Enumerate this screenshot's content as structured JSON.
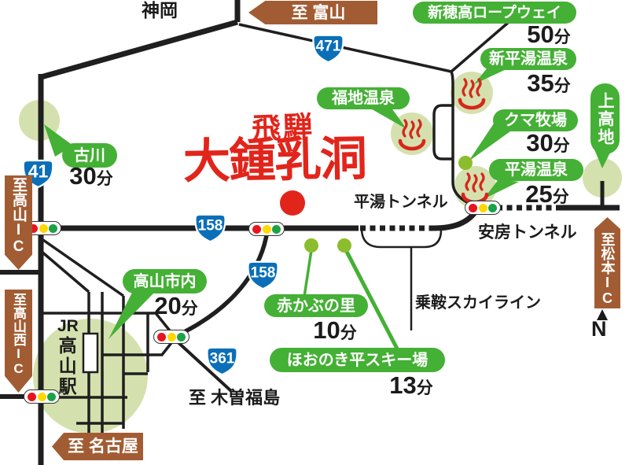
{
  "logo": {
    "top": "飛騨",
    "main": "大鍾乳洞"
  },
  "roads": {
    "r41": "41",
    "r471": "471",
    "r158_main": "158",
    "r158_branch": "158",
    "r361": "361"
  },
  "signs": {
    "toyama": "至 富山",
    "takayama_ic": "至高山IC",
    "takayama_nishi_ic": "至高山西IC",
    "nagoya": "至 名古屋",
    "matsumoto_ic": "至松本IC"
  },
  "road_labels": {
    "kamioka": "神岡",
    "hirayu_tunnel": "平湯トンネル",
    "abo_tunnel": "安房トンネル",
    "norikura_skyline": "乗鞍スカイライン",
    "kiso_fukushima": "至 木曽福島"
  },
  "station": {
    "jr": "JR",
    "name": "高山駅"
  },
  "places": {
    "furukawa": {
      "label": "古川",
      "time": "30",
      "unit": "分"
    },
    "shinhotaka": {
      "label": "新穂高ロープウェイ",
      "time": "50",
      "unit": "分"
    },
    "shinhirayu": {
      "label": "新平湯温泉",
      "time": "35",
      "unit": "分"
    },
    "fukuji": {
      "label": "福地温泉"
    },
    "kuma": {
      "label": "クマ牧場",
      "time": "30",
      "unit": "分"
    },
    "hirayu": {
      "label": "平湯温泉",
      "time": "25",
      "unit": "分"
    },
    "kamikochi": {
      "label": "上高地"
    },
    "takayama_city": {
      "label": "高山市内",
      "time": "20",
      "unit": "分"
    },
    "akakabu": {
      "label": "赤かぶの里",
      "time": "10",
      "unit": "分"
    },
    "hoonoki": {
      "label": "ほおのき平スキー場",
      "time": "13",
      "unit": "分"
    }
  },
  "compass": {
    "north": "N"
  },
  "icons": [
    "onsen-icon",
    "traffic-light-icon",
    "tree-area-circle",
    "north-arrow-icon"
  ],
  "colors": {
    "label_green": "#44b035",
    "dot_green": "#8cbd2c",
    "area_green": "#d4e1ae",
    "sign_brown": "#a25c33",
    "badge_blue": "#0a6fb8",
    "logo_red": "#e2251b",
    "road_black": "#1f1f1f",
    "traffic_red": "#e8141e",
    "traffic_yellow": "#ffd800",
    "traffic_green": "#1ba346"
  }
}
